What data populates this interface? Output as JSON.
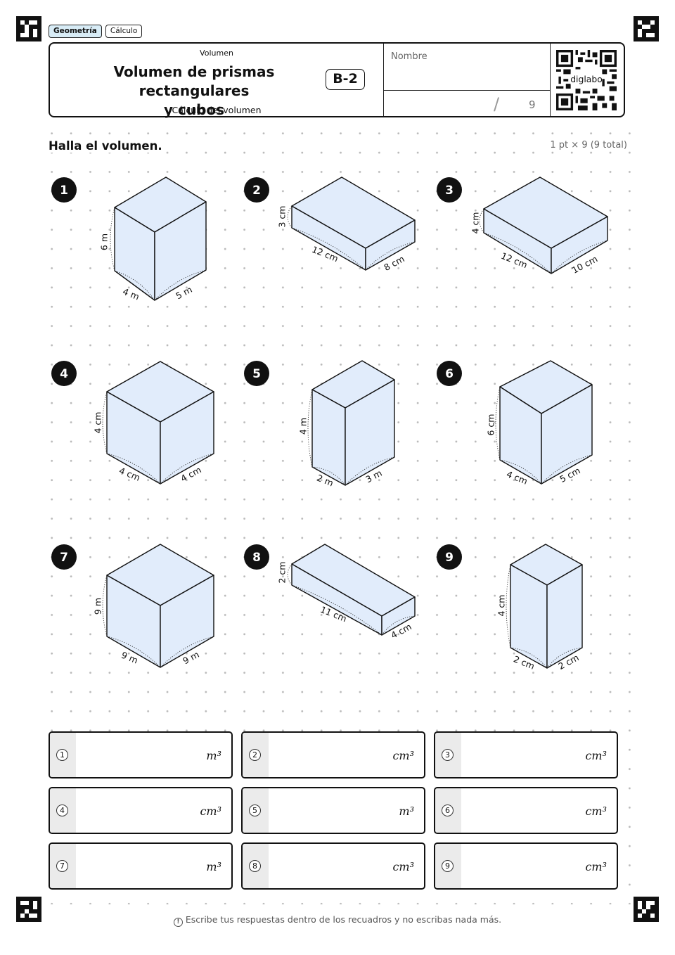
{
  "tags": [
    "Geometría",
    "Cálculo"
  ],
  "header": {
    "category": "Volumen",
    "title_line1": "Volumen de prismas rectangulares",
    "title_line2": "y cubos",
    "subtitle": "Cálculo del volumen",
    "badge": "B-2",
    "name_label": "Nombre",
    "score_slash": "/",
    "score_total": "9",
    "qr_brand": "diglabo"
  },
  "instruction": "Halla el volumen.",
  "points": "1 pt × 9 (9 total)",
  "problems": [
    {
      "num": "1",
      "height": "6 m",
      "depth": "4 m",
      "width": "5 m",
      "unit": "m³"
    },
    {
      "num": "2",
      "height": "3 cm",
      "depth": "12 cm",
      "width": "8 cm",
      "unit": "cm³"
    },
    {
      "num": "3",
      "height": "4 cm",
      "depth": "12 cm",
      "width": "10 cm",
      "unit": "cm³"
    },
    {
      "num": "4",
      "height": "4 cm",
      "depth": "4 cm",
      "width": "4 cm",
      "unit": "cm³"
    },
    {
      "num": "5",
      "height": "4 m",
      "depth": "2 m",
      "width": "3 m",
      "unit": "m³"
    },
    {
      "num": "6",
      "height": "6 cm",
      "depth": "4 cm",
      "width": "5 cm",
      "unit": "cm³"
    },
    {
      "num": "7",
      "height": "9 m",
      "depth": "9 m",
      "width": "9 m",
      "unit": "m³"
    },
    {
      "num": "8",
      "height": "2 cm",
      "depth": "11 cm",
      "width": "4 cm",
      "unit": "cm³"
    },
    {
      "num": "9",
      "height": "4 cm",
      "depth": "2 cm",
      "width": "2 cm",
      "unit": "cm³"
    }
  ],
  "footer": "Escribe tus respuestas dentro de los recuadros y no escribas nada más.",
  "colors": {
    "box_fill": "#e1ecfb",
    "tag_primary": "#d8ecf6",
    "answer_side": "#ebebeb"
  }
}
